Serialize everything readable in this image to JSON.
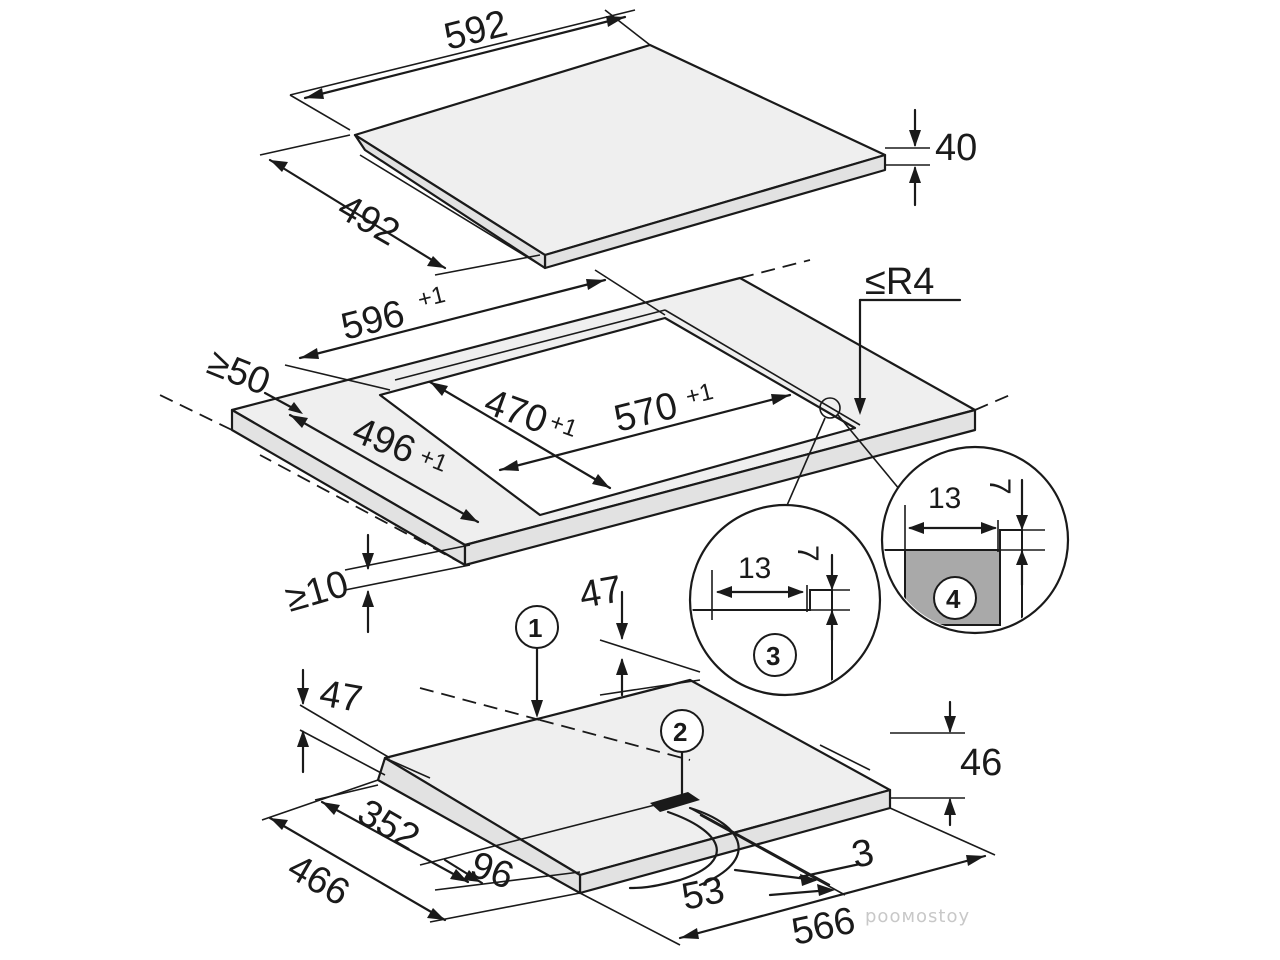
{
  "hob": {
    "width": "592",
    "depth": "492",
    "height": "40"
  },
  "cutout": {
    "width": "596",
    "width_tol": "+1",
    "depth": "496",
    "depth_tol": "+1",
    "inner_depth": "470",
    "inner_depth_tol": "+1",
    "inner_width": "570",
    "inner_width_tol": "+1",
    "corner_radius": "≤R4",
    "front_gap": "≥50",
    "worktop_thickness": "≥10"
  },
  "detail_3": {
    "width": "13",
    "height": "7",
    "label": "3"
  },
  "detail_4": {
    "width": "13",
    "height": "7",
    "label": "4"
  },
  "body": {
    "label_1": "1",
    "label_2": "2",
    "top_offset": "47",
    "side_offset": "47",
    "height": "46",
    "dim_352": "352",
    "dim_466": "466",
    "dim_96": "96",
    "dim_53": "53",
    "dim_3": "3",
    "dim_566": "566"
  },
  "watermark": "pooмostoy"
}
